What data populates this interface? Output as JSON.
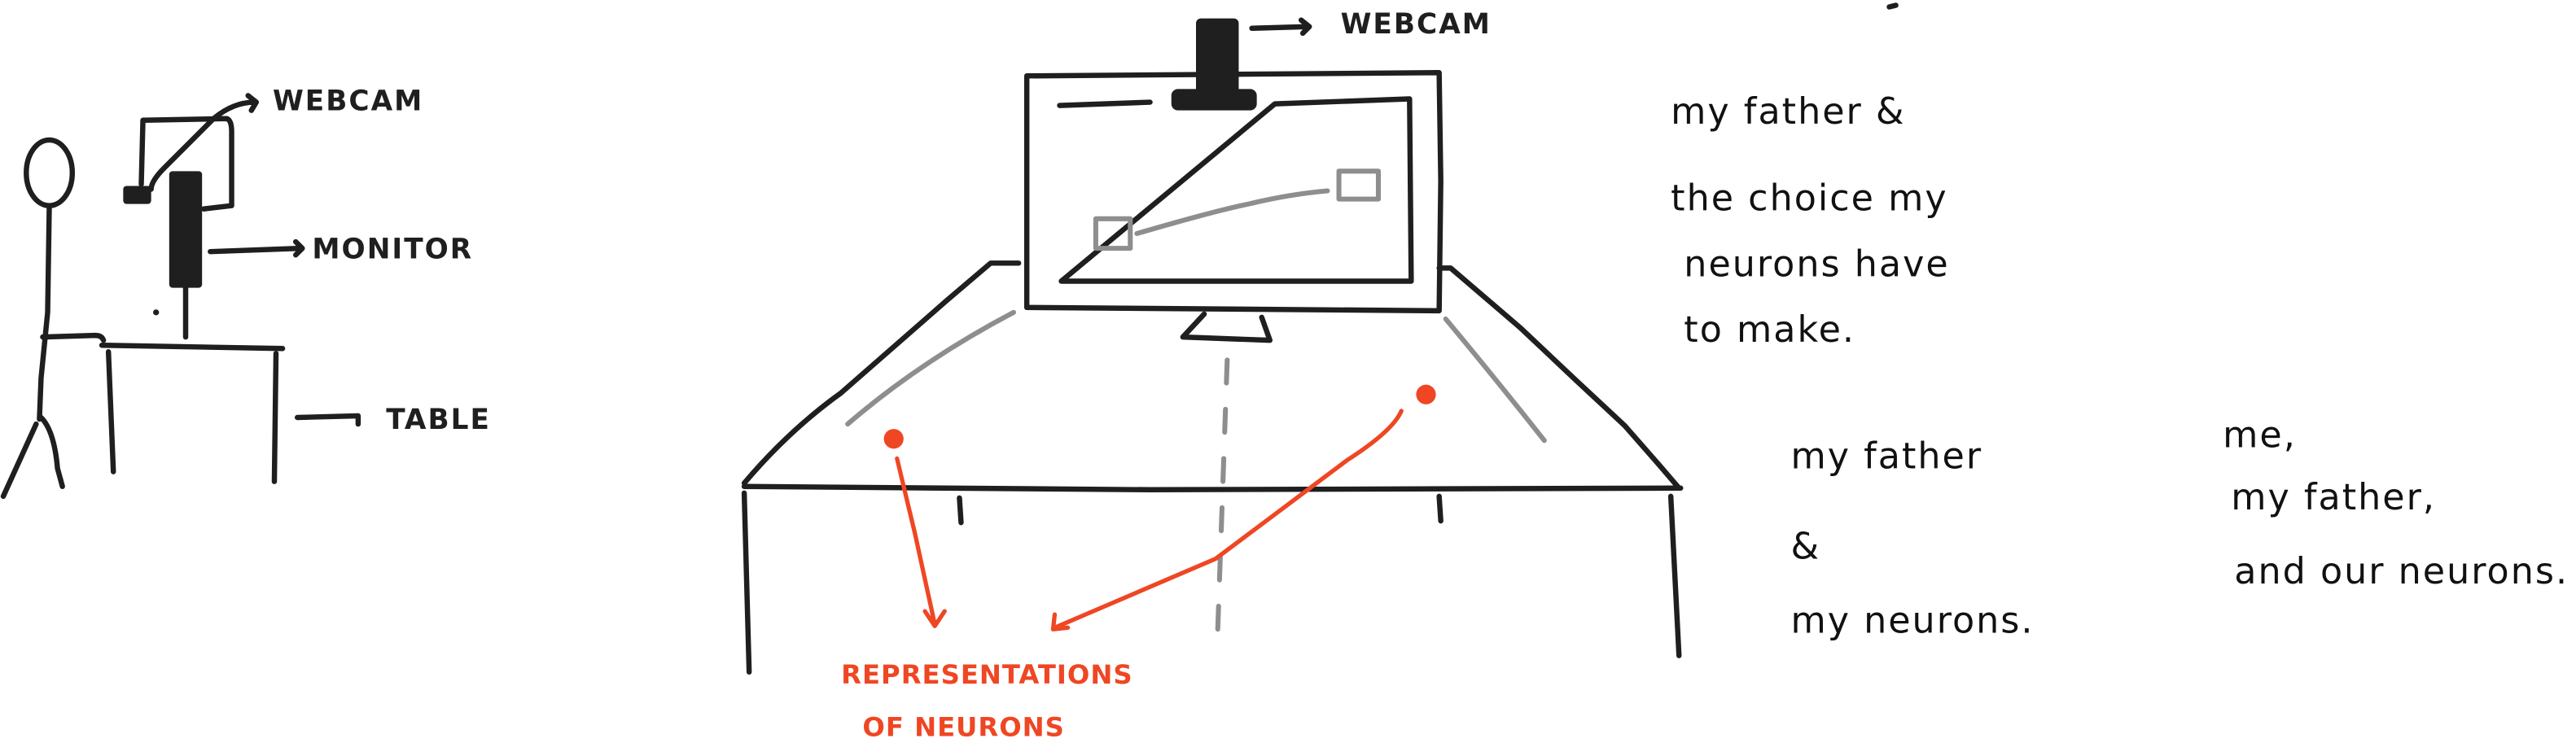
{
  "side_view": {
    "labels": {
      "webcam": "WEBCAM",
      "monitor": "MONITOR",
      "table": "TABLE"
    }
  },
  "front_view": {
    "labels": {
      "webcam": "WEBCAM",
      "neurons_line1": "REPRESENTATIONS",
      "neurons_line2": "OF NEURONS"
    },
    "colors": {
      "ink": "#1f1f1f",
      "gray": "#8e8e8e",
      "accent": "#ef4623"
    }
  },
  "notes": {
    "block1": [
      "my father &",
      "the choice my",
      "neurons have",
      "to make."
    ],
    "block2": [
      "my father",
      "&",
      "my neurons."
    ],
    "block3": [
      "me,",
      "my father,",
      "and our neurons."
    ]
  }
}
